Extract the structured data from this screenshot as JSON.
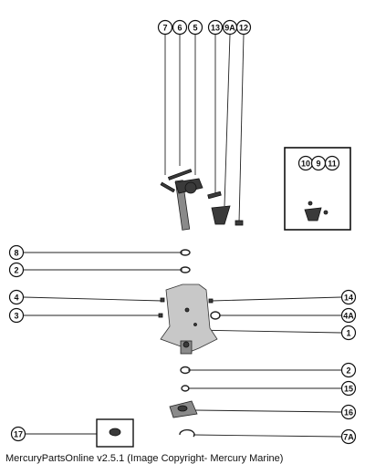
{
  "callouts": [
    "7",
    "6",
    "5",
    "13",
    "9A",
    "12",
    "10",
    "9",
    "11",
    "8",
    "2",
    "4",
    "3",
    "14",
    "4A",
    "1",
    "2",
    "15",
    "16",
    "17",
    "7A"
  ],
  "copyright": "MercuryPartsOnline v2.5.1 (Image Copyright- Mercury Marine)",
  "colors": {
    "ink": "#111111",
    "paper": "#ffffff"
  }
}
